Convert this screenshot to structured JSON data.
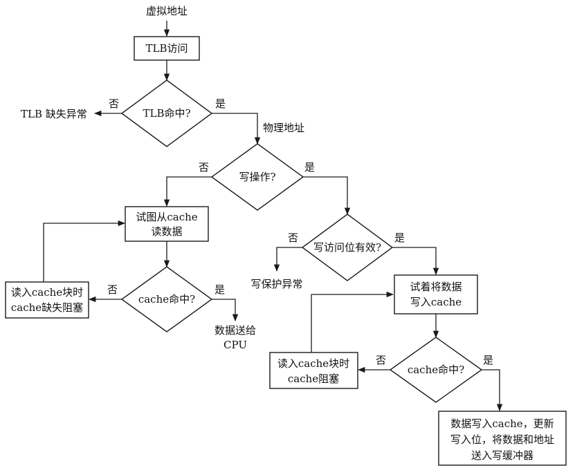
{
  "diagram": {
    "start": "虚拟地址",
    "tlb_access": "TLB访问",
    "tlb_hit": "TLB命中?",
    "tlb_miss": "TLB 缺失异常",
    "physical_address": "物理地址",
    "write_op": "写操作?",
    "try_read": [
      "试图从cache",
      "读数据"
    ],
    "read_cache_hit": "cache命中?",
    "read_miss_stall": [
      "读入cache块时",
      "cache缺失阻塞"
    ],
    "send_to_cpu": [
      "数据送给",
      "CPU"
    ],
    "write_access_valid": "写访问位有效?",
    "write_protect": "写保护异常",
    "try_write": [
      "试着将数据",
      "写入cache"
    ],
    "write_cache_hit": "cache命中?",
    "write_miss_stall": [
      "读入cache块时",
      "cache阻塞"
    ],
    "write_hit_action": [
      "数据写入cache，更新",
      "写入位，将数据和地址",
      "送入写缓冲器"
    ]
  },
  "labels": {
    "yes": "是",
    "no": "否"
  }
}
